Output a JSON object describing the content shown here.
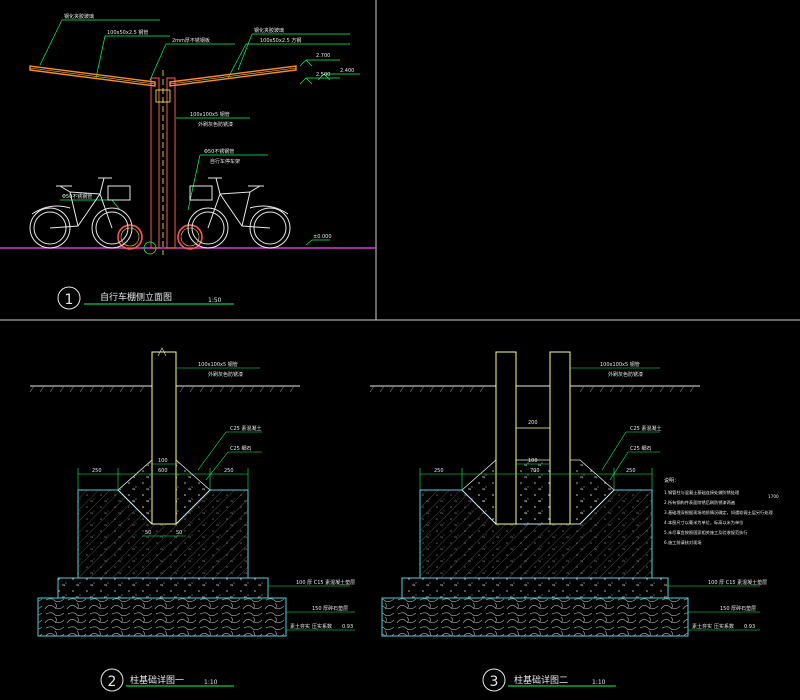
{
  "drawing_1": {
    "number": "1",
    "title": "自行车棚侧立面图",
    "scale": "1:50",
    "annotations": {
      "roof_material": "钢化夹胶玻璃",
      "rafter": "100x50x2.5 钢管",
      "connector": "2mm厚不锈钢板",
      "roof_right_1": "钢化夹胶玻璃",
      "roof_right_2": "100x50x2.5 方钢",
      "column": "100x100x5 钢管",
      "column_note": "外刷灰色防锈漆",
      "bike_rack_right": "Φ50不锈钢管",
      "bike_rack_right_2": "自行车停车架",
      "bike_rack_left": "Φ50不锈钢管",
      "ground": "±0.000"
    },
    "elevations": [
      "2.700",
      "2.500",
      "2.400"
    ]
  },
  "drawing_2": {
    "number": "2",
    "title": "柱基础详图一",
    "scale": "1:10",
    "annotations": {
      "column": "100x100x5 钢管",
      "column_note": "外刷灰色防锈漆",
      "concrete": "C25 素混凝土",
      "pour": "C25 细石",
      "cushion": "100 厚 C15 素混凝土垫层",
      "gravel": "150 厚碎石垫层",
      "soil": "素土夯实",
      "soil_2": "压实系数",
      "soil_3": "0.93"
    },
    "dims": {
      "left": "250",
      "middle": "600",
      "right": "250",
      "top": "100",
      "b1": "50",
      "b2": "50"
    }
  },
  "drawing_3": {
    "number": "3",
    "title": "柱基础详图二",
    "scale": "1:10",
    "annotations": {
      "column": "100x100x5 钢管",
      "column_note": "外刷灰色防锈漆",
      "concrete": "C25 素混凝土",
      "pour": "C25 细石",
      "cushion": "100 厚 C15 素混凝土垫层",
      "gravel": "150 厚碎石垫层",
      "soil": "素土夯实",
      "soil_2": "压实系数",
      "soil_3": "0.93",
      "inner": "200"
    },
    "dims": {
      "left": "250",
      "middle": "700",
      "right": "250",
      "top": "100"
    },
    "notes": {
      "heading": "说明：",
      "lines": [
        "1.钢管柱与混凝土基础连接处做防锈处理",
        "2.所有钢构件表面除锈后刷防锈漆两遍",
        "3.基础埋深根据现场地质情况确定，如遇软弱土层另行处理",
        "4.本图尺寸以毫米为单位，标高以米为单位",
        "5.未尽事宜按照国家相关施工及验收规范执行",
        "6.施工前请核对现场"
      ],
      "side": "1700"
    }
  }
}
